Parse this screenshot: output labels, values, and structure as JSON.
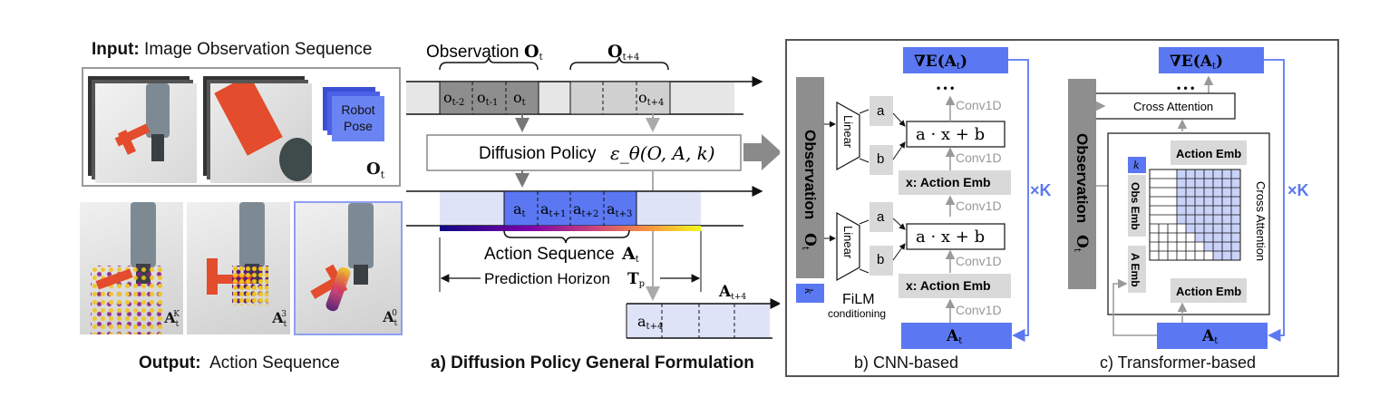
{
  "left": {
    "input_bold": "Input:",
    "input_rest": "Image Observation Sequence",
    "robot_pose": [
      "Robot",
      "Pose"
    ],
    "obs_symbol": "O",
    "obs_sub": "t",
    "output_bold": "Output:",
    "output_rest": "Action Sequence",
    "action_labels": [
      {
        "main": "A",
        "sub": "t",
        "sup": "K"
      },
      {
        "main": "A",
        "sub": "t",
        "sup": "3"
      },
      {
        "main": "A",
        "sub": "t",
        "sup": "0"
      }
    ]
  },
  "middle": {
    "observation_label": "Observation",
    "obs_t": {
      "main": "O",
      "sub": "t"
    },
    "obs_t4": {
      "main": "O",
      "sub": "t+4"
    },
    "obs_cells": [
      {
        "main": "o",
        "sub": "t-2"
      },
      {
        "main": "o",
        "sub": "t-1"
      },
      {
        "main": "o",
        "sub": "t"
      }
    ],
    "obs_cell_t4": {
      "main": "o",
      "sub": "t+4"
    },
    "diffusion_label": "Diffusion Policy",
    "diffusion_formula": "ε_θ(O, A, k)",
    "action_cells": [
      {
        "main": "a",
        "sub": "t"
      },
      {
        "main": "a",
        "sub": "t+1"
      },
      {
        "main": "a",
        "sub": "t+2"
      },
      {
        "main": "a",
        "sub": "t+3"
      }
    ],
    "action_sequence_label": "Action Sequence",
    "action_seq_symbol": {
      "main": "A",
      "sub": "t"
    },
    "horizon_label": "Prediction Horizon",
    "horizon_symbol": {
      "main": "T",
      "sub": "p"
    },
    "a_t4_symbol": {
      "main": "A",
      "sub": "t+4"
    },
    "a_t4_cell": {
      "main": "a",
      "sub": "t+4"
    },
    "caption": "a) Diffusion Policy General Formulation"
  },
  "cnn": {
    "grad_label": "∇E(A",
    "grad_sub": "t",
    "grad_end": ")",
    "dots": "• • •",
    "observation_label": "Observation",
    "obs_symbol": {
      "main": "O",
      "sub": "t"
    },
    "k_label": "k",
    "linear": "Linear",
    "a": "a",
    "b": "b",
    "film_formula": "a · x + b",
    "conv": "Conv1D",
    "action_emb": "x: Action Emb",
    "film": "FiLM",
    "conditioning": "conditioning",
    "times_k": "×K",
    "at_label": {
      "main": "A",
      "sub": "t"
    },
    "caption": "b) CNN-based"
  },
  "transformer": {
    "grad_label": "∇E(A",
    "grad_sub": "t",
    "grad_end": ")",
    "dots": "• • •",
    "cross_attention": "Cross Attention",
    "observation_label": "Observation",
    "obs_symbol": {
      "main": "O",
      "sub": "t"
    },
    "k_label": "k",
    "action_emb": "Action Emb",
    "obs_emb": "Obs Emb",
    "a_emb": "A Emb",
    "cross_attention_vertical": "Cross Attention",
    "times_k": "×K",
    "at_label": {
      "main": "A",
      "sub": "t"
    },
    "caption": "c) Transformer-based"
  },
  "colors": {
    "accent_blue": "#5b78f2",
    "light_blue": "#c9d2f8",
    "dark_gray": "#8c8c8c",
    "mid_gray": "#b3b3b3",
    "light_gray": "#d9d9d9",
    "orange_red": "#e34c2c"
  }
}
